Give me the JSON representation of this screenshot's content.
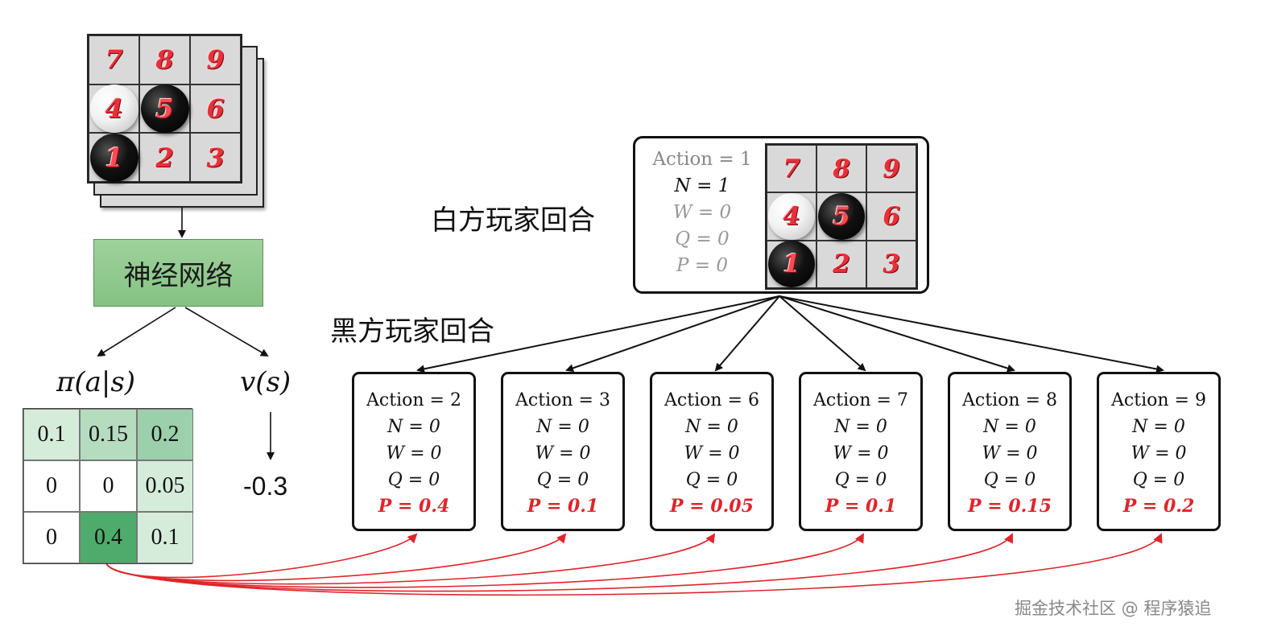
{
  "input_board": {
    "cells": [
      "7",
      "8",
      "9",
      "4",
      "5",
      "6",
      "1",
      "2",
      "3"
    ],
    "stones": {
      "4": "white",
      "5": "black",
      "1": "black"
    }
  },
  "neural_network_label": "神经网络",
  "policy": {
    "label": "π(a|s)",
    "values": [
      "0.1",
      "0.15",
      "0.2",
      "0",
      "0",
      "0.05",
      "0",
      "0.4",
      "0.1"
    ],
    "cell_colors": [
      "#d5ecda",
      "#b6dcc0",
      "#9ccfab",
      "#ffffff",
      "#ffffff",
      "#d5ecda",
      "#ffffff",
      "#4fab6c",
      "#d5ecda"
    ]
  },
  "value": {
    "label": "v(s)",
    "result": "-0.3"
  },
  "labels": {
    "white_turn": "白方玩家回合",
    "black_turn": "黑方玩家回合"
  },
  "root": {
    "action": "Action = 1",
    "n": "N = 1",
    "w": "W = 0",
    "q": "Q = 0",
    "p": "P = 0",
    "board_cells": [
      "7",
      "8",
      "9",
      "4",
      "5",
      "6",
      "1",
      "2",
      "3"
    ],
    "stones": {
      "4": "white",
      "5": "black",
      "1": "black"
    }
  },
  "children": [
    {
      "action": "Action = 2",
      "n": "N = 0",
      "w": "W = 0",
      "q": "Q = 0",
      "p": "P = 0.4"
    },
    {
      "action": "Action = 3",
      "n": "N = 0",
      "w": "W = 0",
      "q": "Q = 0",
      "p": "P = 0.1"
    },
    {
      "action": "Action = 6",
      "n": "N = 0",
      "w": "W = 0",
      "q": "Q = 0",
      "p": "P = 0.05"
    },
    {
      "action": "Action = 7",
      "n": "N = 0",
      "w": "W = 0",
      "q": "Q = 0",
      "p": "P = 0.1"
    },
    {
      "action": "Action = 8",
      "n": "N = 0",
      "w": "W = 0",
      "q": "Q = 0",
      "p": "P = 0.15"
    },
    {
      "action": "Action = 9",
      "n": "N = 0",
      "w": "W = 0",
      "q": "Q = 0",
      "p": "P = 0.2"
    }
  ],
  "colors": {
    "red": "#e0252b",
    "green": "#85c283"
  },
  "watermark": "掘金技术社区 @ 程序猿追"
}
